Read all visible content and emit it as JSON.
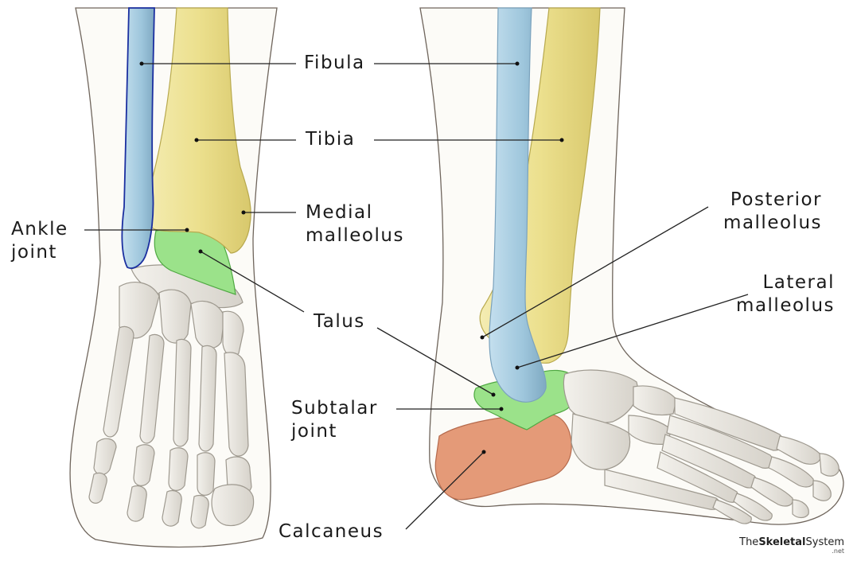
{
  "labels": {
    "fibula": "Fibula",
    "tibia": "Tibia",
    "medial_malleolus": [
      "Medial",
      "malleolus"
    ],
    "ankle_joint": [
      "Ankle",
      "joint"
    ],
    "talus": "Talus",
    "posterior_malleolus": [
      "Posterior",
      "malleolus"
    ],
    "lateral_malleolus": [
      "Lateral",
      "malleolus"
    ],
    "subtalar_joint": [
      "Subtalar",
      "joint"
    ],
    "calcaneus": "Calcaneus"
  },
  "watermark": {
    "prefix": "The",
    "bold": "Skeletal",
    "suffix": "System",
    "tld": ".net"
  },
  "colors": {
    "tibia": "#ede49a",
    "fibula": "#a9cde0",
    "talus": "#9be28a",
    "calcaneus": "#e49a78",
    "foot_bones": "#e9e6e0",
    "skin": "#fcfbf7"
  }
}
